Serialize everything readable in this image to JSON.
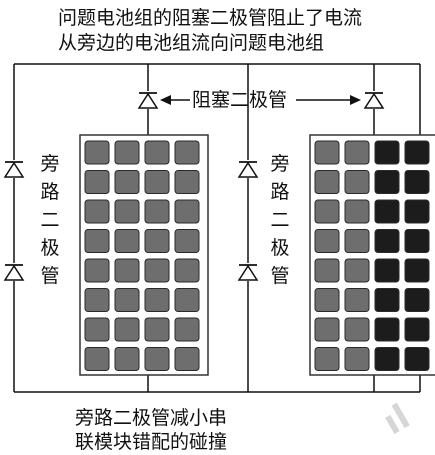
{
  "caption_top": {
    "line1": "问题电池组的阻塞二极管阻止了电流",
    "line2": "从旁边的电池组流向问题电池组"
  },
  "labels": {
    "blocking_diode": "阻塞二极管",
    "bypass_diode_left": [
      "旁",
      "路",
      "二",
      "极",
      "管"
    ],
    "bypass_diode_right": [
      "旁",
      "路",
      "二",
      "极",
      "管"
    ]
  },
  "caption_bottom": {
    "line1": "旁路二极管减小串",
    "line2": "联模块错配的碰撞"
  },
  "panels": [
    {
      "name": "left-panel",
      "columns": 4,
      "rows": 8,
      "state": "normal",
      "cell_states": [
        "gray",
        "gray",
        "gray",
        "gray"
      ]
    },
    {
      "name": "right-panel",
      "columns": 4,
      "rows": 8,
      "state": "partially-shaded",
      "cell_states": [
        "gray",
        "gray",
        "dark",
        "dark"
      ]
    }
  ],
  "colors": {
    "line": "#111111",
    "cell_gray": "#6e6e6e",
    "cell_dark": "#1c1c1c",
    "panel_border": "#333333"
  }
}
